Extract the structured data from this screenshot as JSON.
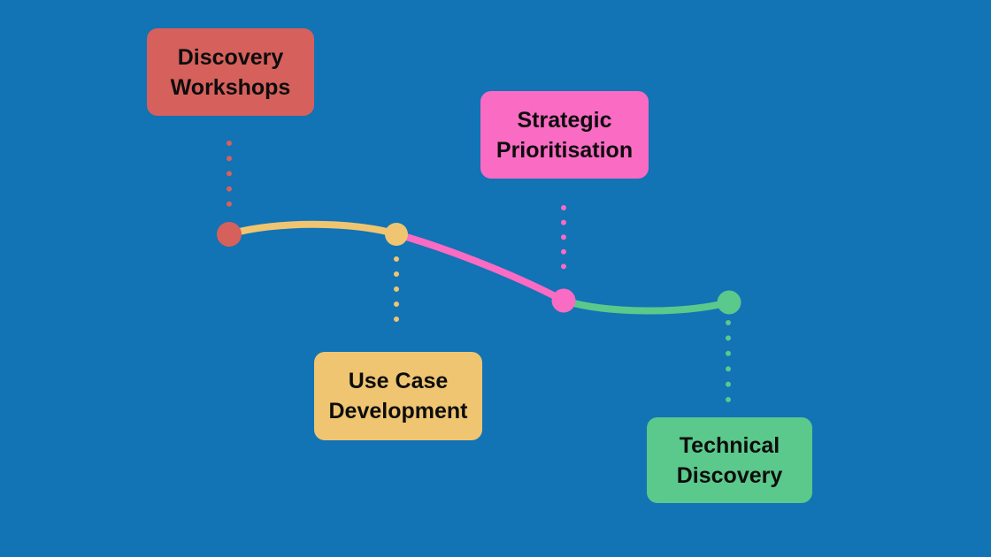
{
  "canvas": {
    "background_color": "#1273B5",
    "text_color": "#0d0d0d"
  },
  "diagram": {
    "type": "curved-timeline",
    "stages": [
      {
        "name": "discovery-workshops",
        "label_lines": [
          "Discovery",
          "Workshops"
        ],
        "color": "#D6605C",
        "label_position": "above-line"
      },
      {
        "name": "use-case-development",
        "label_lines": [
          "Use Case",
          "Development"
        ],
        "color": "#EFC571",
        "label_position": "below-line"
      },
      {
        "name": "strategic-prioritisation",
        "label_lines": [
          "Strategic",
          "Prioritisation"
        ],
        "color": "#FA6BC3",
        "label_position": "above-line"
      },
      {
        "name": "technical-discovery",
        "label_lines": [
          "Technical",
          "Discovery"
        ],
        "color": "#5BC88C",
        "label_position": "below-line"
      }
    ]
  }
}
